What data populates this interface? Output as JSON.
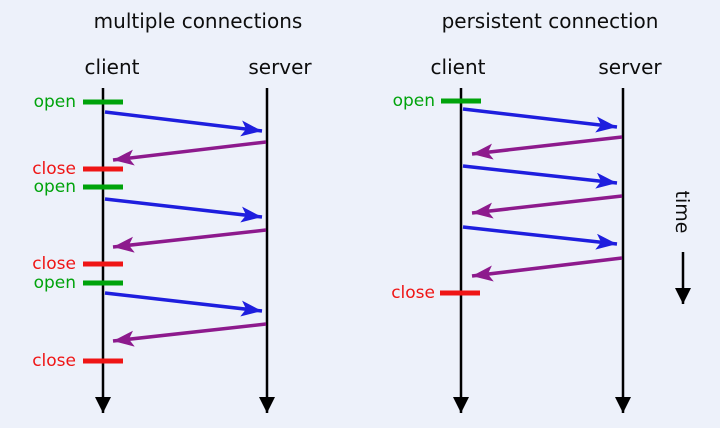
{
  "colors": {
    "background": "#edf1fa",
    "request_arrow_blue": "#1e1ede",
    "response_arrow_purple": "#8d1a8d",
    "open_green": "#00a30b",
    "close_red": "#ef1515",
    "lifeline_black": "#000000"
  },
  "left_diagram": {
    "title": "multiple connections",
    "client_label": "client",
    "server_label": "server",
    "events": [
      {
        "label": "open"
      },
      {
        "label": "close"
      },
      {
        "label": "open"
      },
      {
        "label": "close"
      },
      {
        "label": "open"
      },
      {
        "label": "close"
      }
    ]
  },
  "right_diagram": {
    "title": "persistent connection",
    "client_label": "client",
    "server_label": "server",
    "events": [
      {
        "label": "open"
      },
      {
        "label": "close"
      }
    ]
  },
  "time_axis": {
    "label": "time"
  }
}
